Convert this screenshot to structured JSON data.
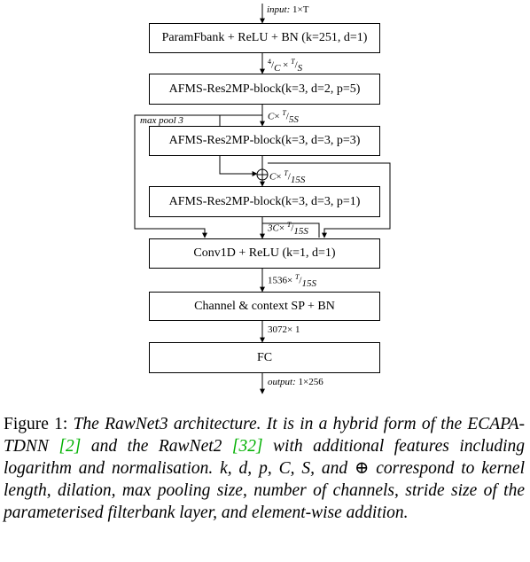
{
  "blocks": [
    {
      "id": "paramfbank",
      "label": "ParamFbank + ReLU + BN (k=251, d=1)"
    },
    {
      "id": "afms1",
      "label": "AFMS-Res2MP-block(k=3, d=2, p=5)"
    },
    {
      "id": "afms2",
      "label": "AFMS-Res2MP-block(k=3, d=3, p=3)"
    },
    {
      "id": "afms3",
      "label": "AFMS-Res2MP-block(k=3, d=3, p=1)"
    },
    {
      "id": "conv1d",
      "label": "Conv1D + ReLU (k=1, d=1)"
    },
    {
      "id": "pooling",
      "label": "Channel & context SP + BN"
    },
    {
      "id": "fc",
      "label": "FC"
    }
  ],
  "edge_labels": {
    "input_prefix": "input:",
    "input_dim": "1×T",
    "e1_num": "4",
    "e1_den": "C",
    "e1_times": "×",
    "e1_T": "T",
    "e1_S": "S",
    "e2_C": "C",
    "e2_times": "×",
    "e2_T": "T",
    "e2_den": "5S",
    "maxpool": "max pool 3",
    "add_symbol": "⊕",
    "e3_C": "C",
    "e3_times": "×",
    "e3_T": "T",
    "e3_den": "15S",
    "e4_C": "3C",
    "e4_times": "×",
    "e4_T": "T",
    "e4_den": "15S",
    "e5_num": "1536",
    "e5_times": "×",
    "e5_T": "T",
    "e5_den": "15S",
    "e6": "3072× 1",
    "output_prefix": "output:",
    "output_dim": "1×256"
  },
  "caption": {
    "fig_label": "Figure 1:",
    "part1": "The RawNet3 architecture.  It is in a hybrid form of the ECAPA-TDNN",
    "ref1": "[2]",
    "part2": "and the RawNet2",
    "ref2": "[32]",
    "part3": "with additional features including logarithm and normalisation. k, d, p, C, S, and ⊕ correspond to kernel length, dilation, max pooling size, number of channels, stride size of the parameterised filterbank layer, and element-wise addition."
  },
  "colors": {
    "reference": "#00b000",
    "line": "#000000"
  }
}
